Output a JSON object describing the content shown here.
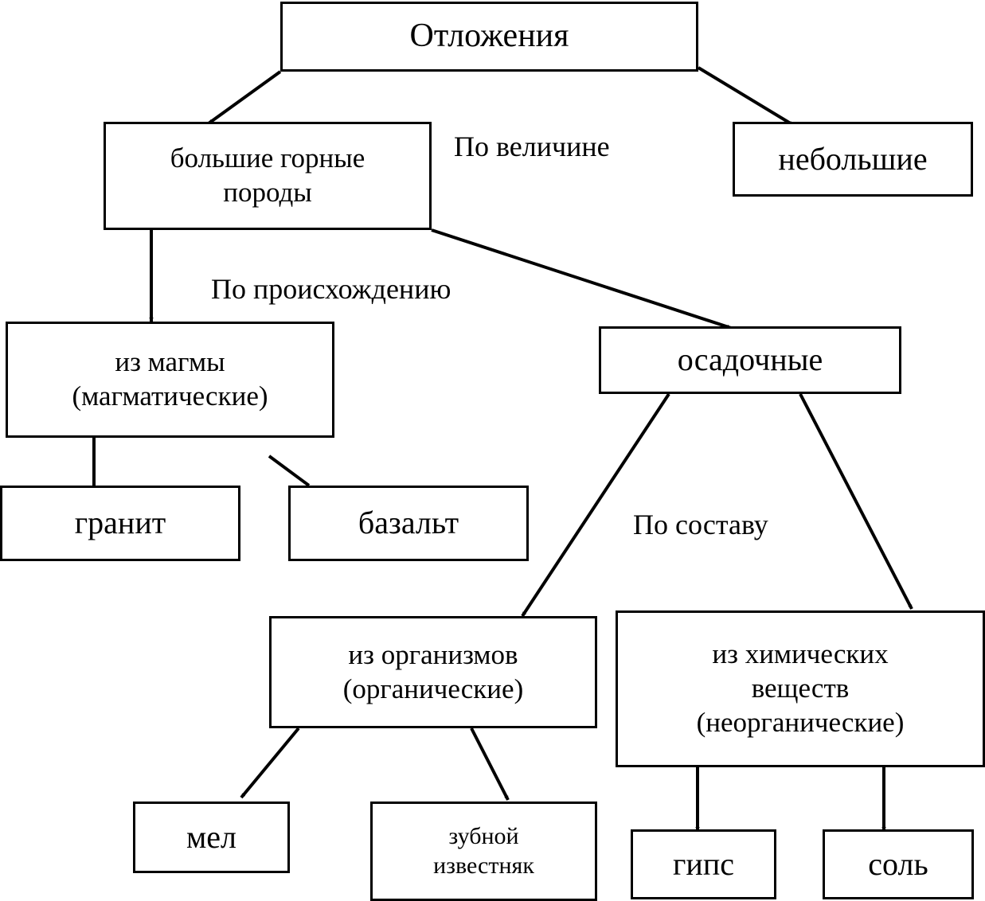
{
  "diagram": {
    "nodes": {
      "root": "Отложения",
      "big_rocks": "большие горные\nпороды",
      "small": "небольшие",
      "magma": "из магмы\n(магматические)",
      "sedimentary": "осадочные",
      "granite": "гранит",
      "basalt": "базальт",
      "organic": "из организмов\n(органические)",
      "chemical": "из химических\nвеществ\n(неорганические)",
      "chalk": "мел",
      "shell_limestone": "зубной\nизвестняк",
      "gypsum": "гипс",
      "salt": "соль"
    },
    "labels": {
      "by_size": "По величине",
      "by_origin": "По происхождению",
      "by_composition": "По составу"
    },
    "edges": [
      {
        "from": "root",
        "to": "big_rocks"
      },
      {
        "from": "root",
        "to": "small"
      },
      {
        "from": "big_rocks",
        "to": "magma"
      },
      {
        "from": "big_rocks",
        "to": "sedimentary"
      },
      {
        "from": "magma",
        "to": "granite"
      },
      {
        "from": "magma",
        "to": "basalt",
        "arrow": false
      },
      {
        "from": "sedimentary",
        "to": "organic"
      },
      {
        "from": "sedimentary",
        "to": "chemical"
      },
      {
        "from": "organic",
        "to": "chalk"
      },
      {
        "from": "organic",
        "to": "shell_limestone"
      },
      {
        "from": "chemical",
        "to": "gypsum"
      },
      {
        "from": "chemical",
        "to": "salt"
      }
    ],
    "colors": {
      "stroke": "#000000",
      "fill": "#ffffff"
    }
  }
}
